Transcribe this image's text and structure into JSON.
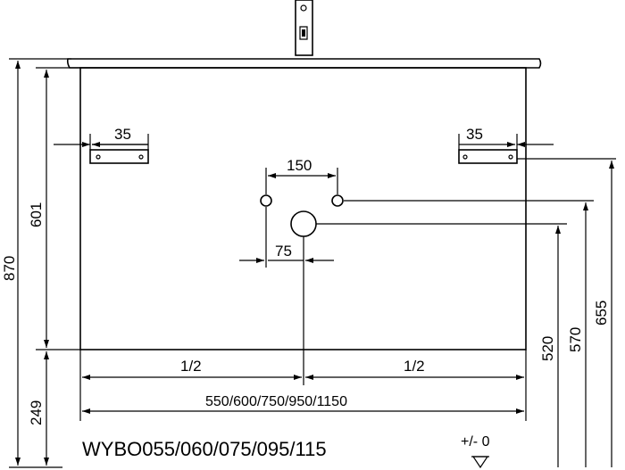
{
  "diagram": {
    "model_code": "WYBO055/060/075/095/115",
    "floor_level": "+/- 0",
    "dimensions": {
      "total_height": "870",
      "cabinet_height": "601",
      "leg_height": "249",
      "bracket_left_width": "35",
      "bracket_right_width": "35",
      "hole_spacing": "150",
      "hole_offset": "75",
      "drain_height": "520",
      "holes_height": "570",
      "bracket_height": "655",
      "half_left": "1/2",
      "half_right": "1/2",
      "widths": "550/600/750/950/1150"
    }
  }
}
